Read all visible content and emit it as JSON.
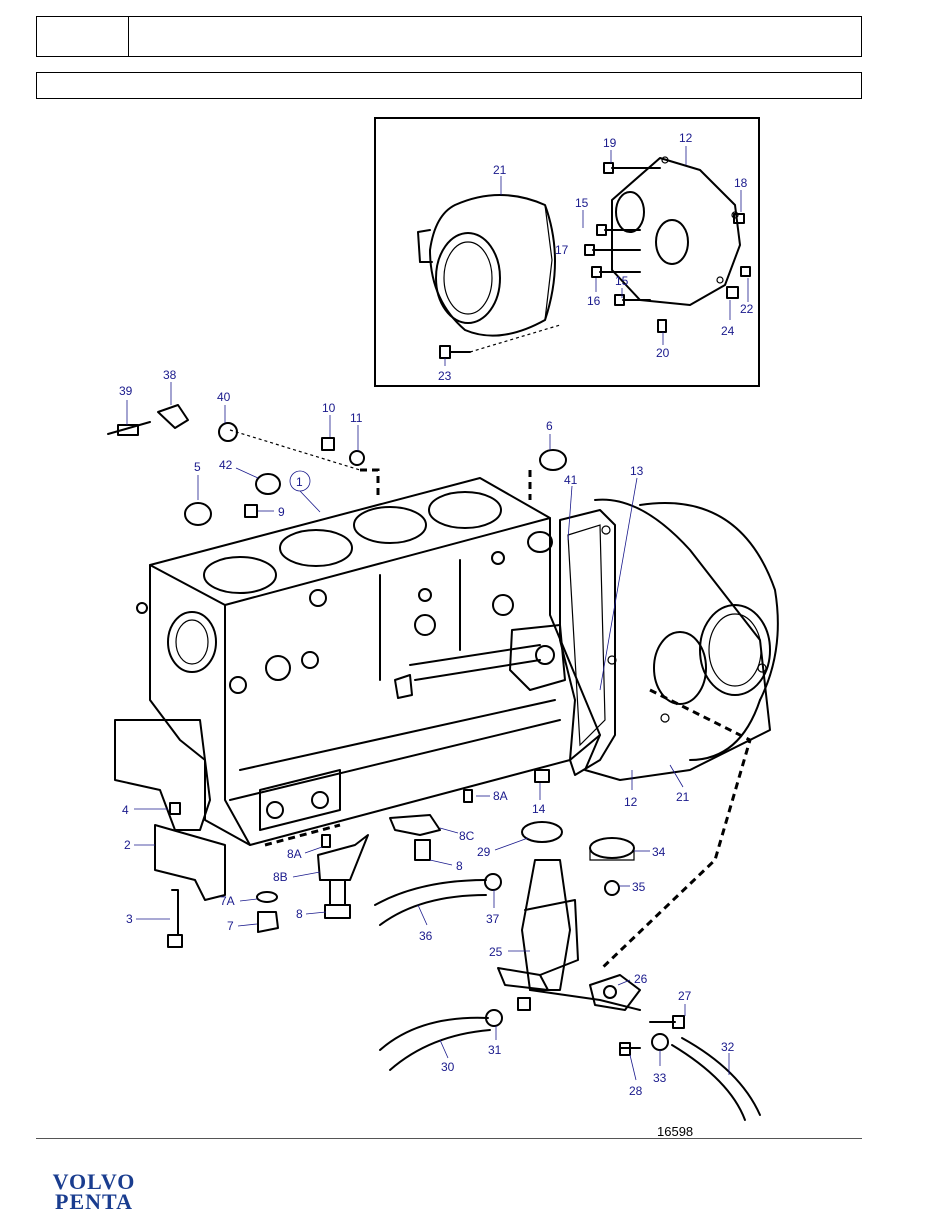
{
  "figure_number": "16598",
  "brand": {
    "line1": "VOLVO",
    "line2": "PENTA"
  },
  "labels": {
    "p1": "1",
    "p2": "2",
    "p3": "3",
    "p4": "4",
    "p5": "5",
    "p6": "6",
    "p7": "7",
    "p7a": "7A",
    "p8a_upper": "8A",
    "p8a_lower": "8A",
    "p8b": "8B",
    "p8c": "8C",
    "p8_upper": "8",
    "p8_lower": "8",
    "p9": "9",
    "p10": "10",
    "p11": "11",
    "p12_inset": "12",
    "p12_main": "12",
    "p13": "13",
    "p14": "14",
    "p15_upper": "15",
    "p15_lower": "15",
    "p16": "16",
    "p17": "17",
    "p18": "18",
    "p19": "19",
    "p20": "20",
    "p21_inset": "21",
    "p21_main": "21",
    "p22": "22",
    "p23": "23",
    "p24": "24",
    "p25": "25",
    "p26": "26",
    "p27": "27",
    "p28": "28",
    "p29": "29",
    "p30": "30",
    "p31": "31",
    "p32": "32",
    "p33": "33",
    "p34": "34",
    "p35": "35",
    "p36": "36",
    "p37": "37",
    "p38": "38",
    "p39": "39",
    "p40": "40",
    "p41": "41",
    "p42": "42"
  }
}
